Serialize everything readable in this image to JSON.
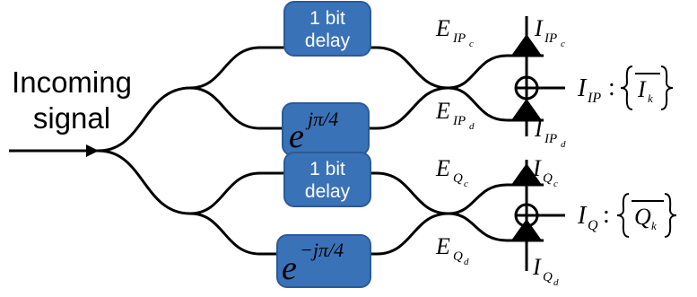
{
  "input_label": {
    "line1": "Incoming",
    "line2": "signal"
  },
  "boxes": {
    "delay_top": {
      "line1": "1 bit",
      "line2": "delay"
    },
    "phase_top": {
      "base": "e",
      "exponent": "jπ/4"
    },
    "delay_bottom": {
      "line1": "1 bit",
      "line2": "delay"
    },
    "phase_bottom": {
      "base": "e",
      "exponent": "−jπ/4"
    }
  },
  "fields": {
    "E_IPc": {
      "main": "E",
      "sub": "IP",
      "subsub": "c"
    },
    "E_IPd": {
      "main": "E",
      "sub": "IP",
      "subsub": "d"
    },
    "E_Qc": {
      "main": "E",
      "sub": "Q",
      "subsub": "c"
    },
    "E_Qd": {
      "main": "E",
      "sub": "Q",
      "subsub": "d"
    }
  },
  "currents": {
    "I_IPc": {
      "main": "I",
      "sub": "IP",
      "subsub": "c"
    },
    "I_IPd": {
      "main": "I",
      "sub": "IP",
      "subsub": "d"
    },
    "I_Qc": {
      "main": "I",
      "sub": "Q",
      "subsub": "c"
    },
    "I_Qd": {
      "main": "I",
      "sub": "Q",
      "subsub": "d"
    }
  },
  "outputs": {
    "IP": {
      "main": "I",
      "sub": "IP",
      "colon": ":",
      "symbol": "I",
      "symbol_sub": "k"
    },
    "Q": {
      "main": "I",
      "sub": "Q",
      "colon": ":",
      "symbol": "Q",
      "symbol_sub": "k"
    }
  },
  "colors": {
    "box_fill": "#3a72b8",
    "box_stroke": "#2a5a98",
    "line": "#000000",
    "box_text": "#ffffff"
  }
}
